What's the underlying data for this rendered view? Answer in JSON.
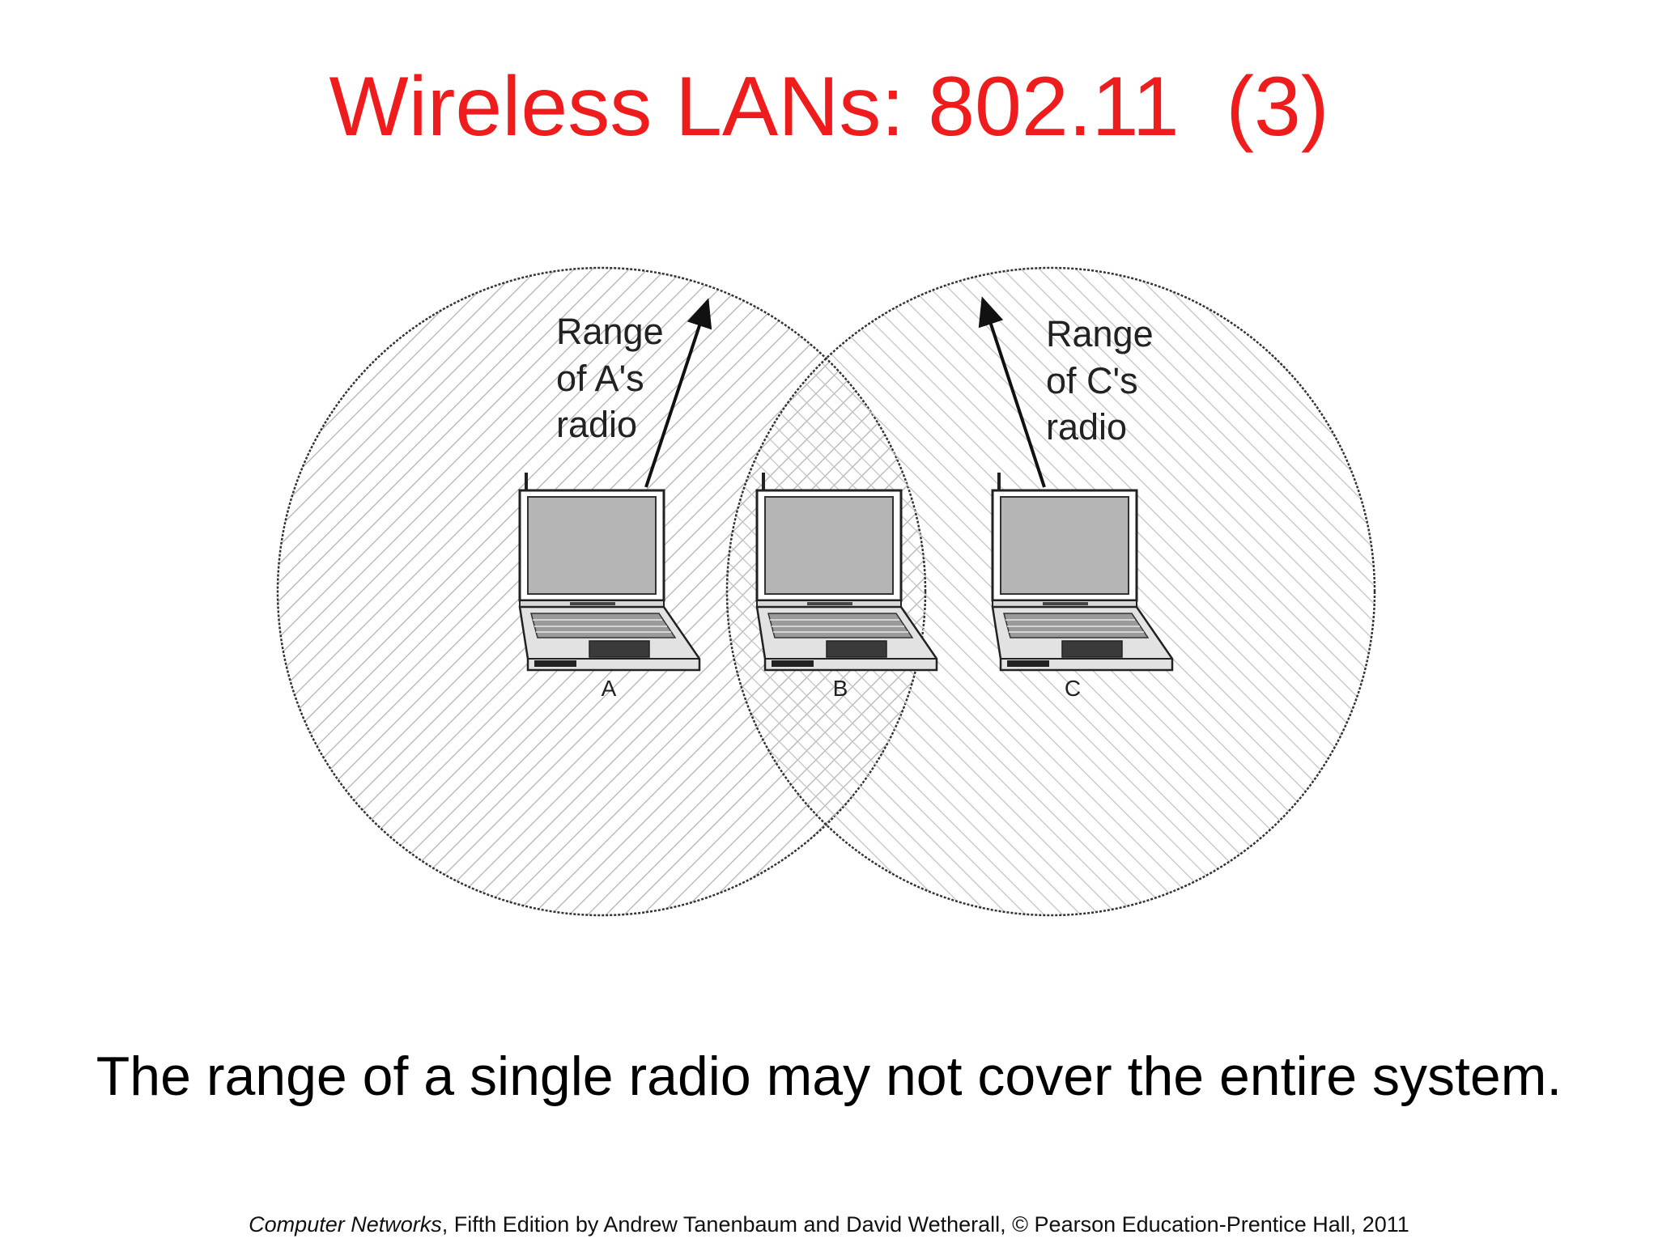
{
  "title": "Wireless LANs: 802.11  (3)",
  "diagram": {
    "range_a_lines": [
      "Range",
      "of A's",
      "radio"
    ],
    "range_c_lines": [
      "Range",
      "of C's",
      "radio"
    ],
    "laptops": [
      {
        "label": "A"
      },
      {
        "label": "B"
      },
      {
        "label": "C"
      }
    ]
  },
  "caption": "The range of a single radio may not cover the entire system.",
  "footer": {
    "book_title": "Computer Networks",
    "rest": ", Fifth Edition by Andrew Tanenbaum and David Wetherall, © Pearson Education-Prentice Hall, 2011"
  }
}
